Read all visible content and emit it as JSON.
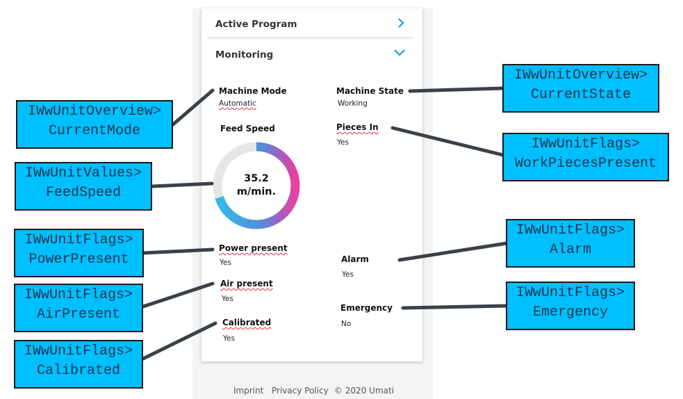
{
  "app": {
    "sections": [
      {
        "title": "Active Program",
        "icon": "chevron-right-icon"
      },
      {
        "title": "Monitoring",
        "icon": "chevron-down-icon"
      }
    ],
    "fields": {
      "machine_mode": {
        "label": "Machine Mode",
        "value": "Automatic"
      },
      "machine_state": {
        "label": "Machine State",
        "value": "Working"
      },
      "feed_speed": {
        "label": "Feed Speed",
        "value": "35.2",
        "unit": "m/min.",
        "fill_fraction": 0.7
      },
      "pieces_in": {
        "label": "Pieces In",
        "value": "Yes"
      },
      "power_present": {
        "label": "Power present",
        "value": "Yes"
      },
      "alarm": {
        "label": "Alarm",
        "value": "Yes"
      },
      "air_present": {
        "label": "Air present",
        "value": "Yes"
      },
      "emergency": {
        "label": "Emergency",
        "value": "No"
      },
      "calibrated": {
        "label": "Calibrated",
        "value": "Yes"
      }
    },
    "footer": {
      "imprint": "Imprint",
      "privacy": "Privacy Policy",
      "copyright": "© 2020 Umati"
    }
  },
  "annotations": {
    "current_mode": [
      "IWwUnitOverview>",
      "CurrentMode"
    ],
    "feed_speed": [
      "IWwUnitValues>",
      "FeedSpeed"
    ],
    "power_present": [
      "IWwUnitFlags>",
      "PowerPresent"
    ],
    "air_present": [
      "IWwUnitFlags>",
      "AirPresent"
    ],
    "calibrated": [
      "IWwUnitFlags>",
      "Calibrated"
    ],
    "current_state": [
      "IWwUnitOverview>",
      "CurrentState"
    ],
    "work_pieces_present": [
      "IWwUnitFlags>",
      "WorkPiecesPresent"
    ],
    "alarm": [
      "IWwUnitFlags>",
      "Alarm"
    ],
    "emergency": [
      "IWwUnitFlags>",
      "Emergency"
    ]
  },
  "colors": {
    "annotation_box": "#00bfff",
    "accent": "#1a9be0",
    "gauge_track": "#e6e6e6"
  }
}
